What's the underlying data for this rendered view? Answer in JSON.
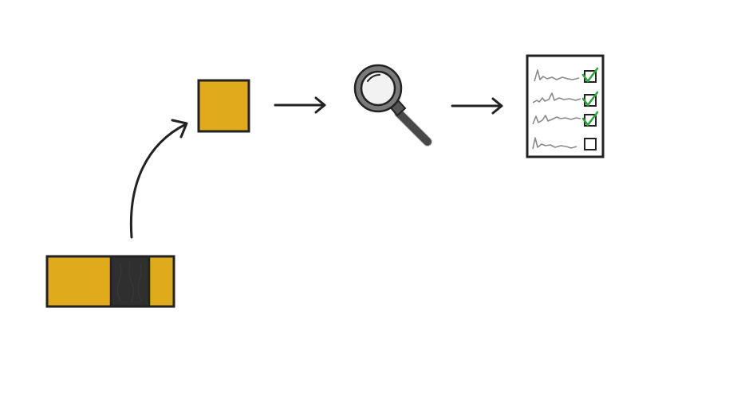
{
  "colors": {
    "background": "#ffffff",
    "ink": "#222222",
    "gold": "#e0aa1d",
    "dark_band": "#2f2f2f",
    "glass_ring": "#7a7a7a",
    "glass_fill": "#f2f2f2",
    "handle": "#555555",
    "check": "#2fa33a",
    "trace": "#8a8a8a"
  },
  "diagram": {
    "nodes": [
      {
        "id": "source-strip",
        "icon": "strip-with-dark-band"
      },
      {
        "id": "sample-square",
        "icon": "gold-square"
      },
      {
        "id": "inspection",
        "icon": "magnifier-icon"
      },
      {
        "id": "result-sheet",
        "icon": "checklist-icon"
      }
    ],
    "edges": [
      {
        "from": "source-strip",
        "to": "sample-square",
        "style": "curved"
      },
      {
        "from": "sample-square",
        "to": "inspection",
        "style": "straight"
      },
      {
        "from": "inspection",
        "to": "result-sheet",
        "style": "straight"
      }
    ],
    "checklist": {
      "rows": [
        {
          "checked": true
        },
        {
          "checked": true
        },
        {
          "checked": true
        },
        {
          "checked": false
        }
      ]
    }
  }
}
